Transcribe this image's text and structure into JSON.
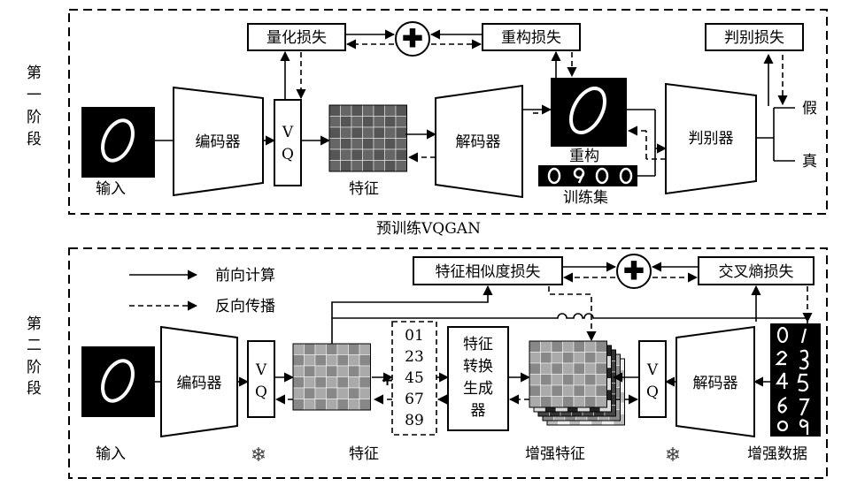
{
  "stage1": {
    "side_label": [
      "第",
      "一",
      "阶",
      "段"
    ],
    "caption": "预训练VQGAN",
    "quant_loss": "量化损失",
    "recon_loss": "重构损失",
    "disc_loss": "判别损失",
    "encoder": "编码器",
    "vq_top": "V",
    "vq_bottom": "Q",
    "decoder": "解码器",
    "discriminator": "判别器",
    "input": "输入",
    "feature": "特征",
    "reconstruction": "重构",
    "training_set": "训练集",
    "fake": "假",
    "real": "真",
    "plus": "✚"
  },
  "stage2": {
    "side_label": [
      "第",
      "二",
      "阶",
      "段"
    ],
    "legend_forward": "前向计算",
    "legend_backward": "反向传播",
    "feat_sim_loss": "特征相似度损失",
    "ce_loss": "交叉熵损失",
    "encoder": "编码器",
    "vq_top": "V",
    "vq_bottom": "Q",
    "decoder": "解码器",
    "input": "输入",
    "feature": "特征",
    "aug_feature": "增强特征",
    "aug_data": "增强数据",
    "labels": [
      "01",
      "23",
      "45",
      "67",
      "89"
    ],
    "generator_lines": [
      "特征",
      "转换",
      "生成",
      "器"
    ],
    "plus_small": "+",
    "plus": "✚",
    "frozen_icon": "❄"
  },
  "icons": [
    "snowflake-icon",
    "plus-circle-icon",
    "digit-zero-image"
  ]
}
